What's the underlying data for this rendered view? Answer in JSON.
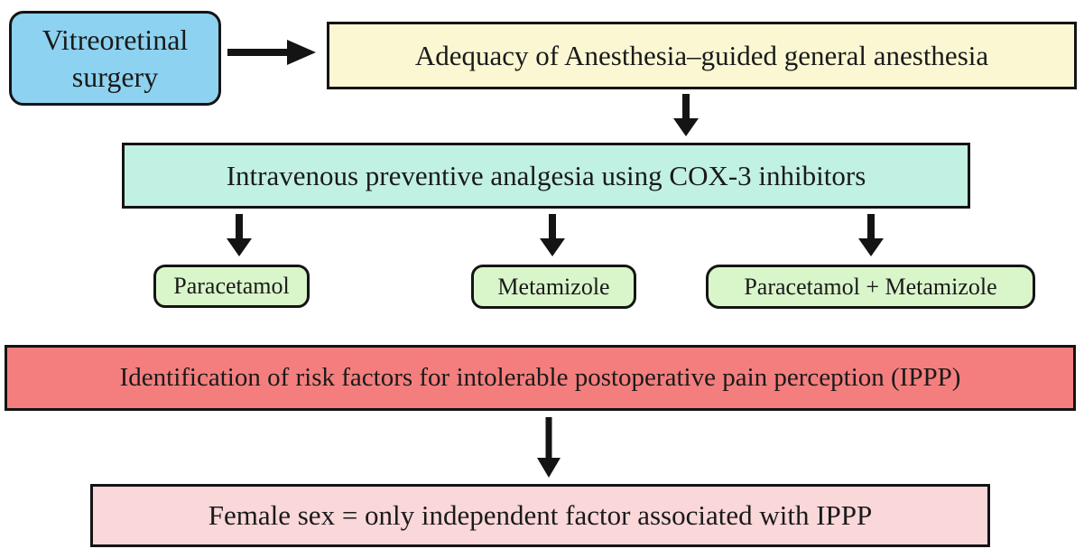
{
  "flowchart": {
    "description": "Study flow diagram",
    "background_color": "#ffffff",
    "border_color": "#141414",
    "text_color": "#1a1a1a",
    "arrow_color": "#141414",
    "icons": {
      "arrow_right": "→",
      "arrow_down": "↓"
    },
    "nodes": [
      {
        "id": "vitreoretinal-surgery",
        "label": "Vitreoretinal surgery",
        "fill": "#8dd2f0",
        "shape": "rounded-rect"
      },
      {
        "id": "aoa-guided-general-anesthesia",
        "label": "Adequacy of Anesthesia–guided general anesthesia",
        "fill": "#faf7d2",
        "shape": "rect"
      },
      {
        "id": "iv-preventive-analgesia",
        "label": "Intravenous preventive analgesia using COX-3 inhibitors",
        "fill": "#c1f1e3",
        "shape": "rect"
      },
      {
        "id": "paracetamol",
        "label": "Paracetamol",
        "fill": "#d9f6cb",
        "shape": "rounded-rect"
      },
      {
        "id": "metamizole",
        "label": "Metamizole",
        "fill": "#d9f6cb",
        "shape": "rounded-rect"
      },
      {
        "id": "paracetamol-plus-metamizole",
        "label": "Paracetamol + Metamizole",
        "fill": "#d9f6cb",
        "shape": "rounded-rect"
      },
      {
        "id": "ippp-risk-factors",
        "label": "Identification of risk factors for intolerable postoperative pain perception (IPPP)",
        "fill": "#f47e7e",
        "shape": "rect"
      },
      {
        "id": "female-sex-ippp",
        "label": "Female sex = only independent factor associated with IPPP",
        "fill": "#fad7d9",
        "shape": "rect"
      }
    ],
    "connections": [
      {
        "from": "vitreoretinal-surgery",
        "to": "aoa-guided-general-anesthesia",
        "direction": "right"
      },
      {
        "from": "aoa-guided-general-anesthesia",
        "to": "iv-preventive-analgesia",
        "direction": "down"
      },
      {
        "from": "iv-preventive-analgesia",
        "to": "paracetamol",
        "direction": "down"
      },
      {
        "from": "iv-preventive-analgesia",
        "to": "metamizole",
        "direction": "down"
      },
      {
        "from": "iv-preventive-analgesia",
        "to": "paracetamol-plus-metamizole",
        "direction": "down"
      },
      {
        "from": "ippp-risk-factors",
        "to": "female-sex-ippp",
        "direction": "down"
      }
    ]
  }
}
